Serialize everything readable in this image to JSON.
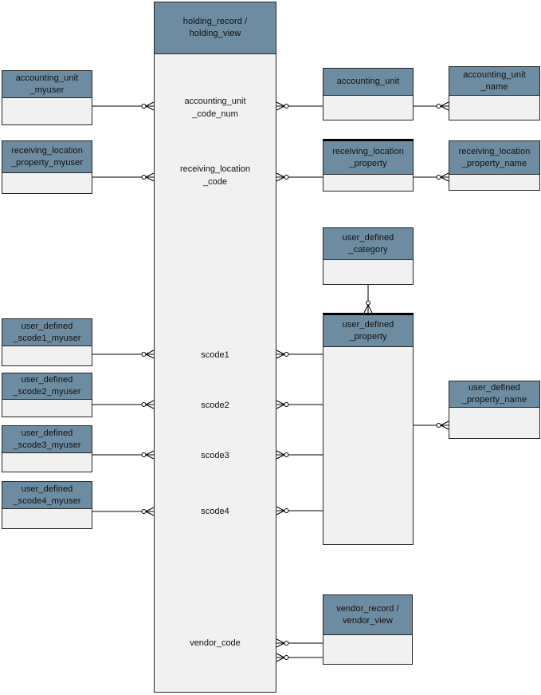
{
  "colors": {
    "canvas_bg": "#ffffff",
    "header_fill": "#6d8ba1",
    "body_fill": "#f1f1f1",
    "border": "#262626",
    "line": "#000000",
    "text": "#111111"
  },
  "central_table": {
    "title": "holding_record /\nholding_view",
    "fields": [
      "accounting_unit\n_code_num",
      "receiving_location\n_code",
      "scode1",
      "scode2",
      "scode3",
      "scode4",
      "vendor_code"
    ]
  },
  "tables": {
    "accounting_unit_myuser": {
      "title": "accounting_unit\n_myuser"
    },
    "receiving_location_property_myuser": {
      "title": "receiving_location\n_property_myuser"
    },
    "user_defined_scode1_myuser": {
      "title": "user_defined\n_scode1_myuser"
    },
    "user_defined_scode2_myuser": {
      "title": "user_defined\n_scode2_myuser"
    },
    "user_defined_scode3_myuser": {
      "title": "user_defined\n_scode3_myuser"
    },
    "user_defined_scode4_myuser": {
      "title": "user_defined\n_scode4_myuser"
    },
    "accounting_unit": {
      "title": "accounting_unit"
    },
    "receiving_location_property": {
      "title": "receiving_location\n_property"
    },
    "user_defined_category": {
      "title": "user_defined\n_category"
    },
    "user_defined_property": {
      "title": "user_defined\n_property"
    },
    "vendor_record": {
      "title": "vendor_record /\nvendor_view"
    },
    "accounting_unit_name": {
      "title": "accounting_unit\n_name"
    },
    "receiving_location_property_name": {
      "title": "receiving_location\n_property_name"
    },
    "user_defined_property_name": {
      "title": "user_defined\n_property_name"
    }
  },
  "relationships": [
    {
      "from": "accounting_unit_myuser",
      "to": "holding_record/holding_view",
      "field": "accounting_unit_code_num",
      "many_end": "holding_record/holding_view"
    },
    {
      "from": "accounting_unit",
      "to": "holding_record/holding_view",
      "field": "accounting_unit_code_num",
      "many_end": "holding_record/holding_view"
    },
    {
      "from": "accounting_unit",
      "to": "accounting_unit_name",
      "many_end": "accounting_unit_name"
    },
    {
      "from": "receiving_location_property_myuser",
      "to": "holding_record/holding_view",
      "field": "receiving_location_code",
      "many_end": "holding_record/holding_view"
    },
    {
      "from": "receiving_location_property",
      "to": "holding_record/holding_view",
      "field": "receiving_location_code",
      "many_end": "holding_record/holding_view"
    },
    {
      "from": "receiving_location_property",
      "to": "receiving_location_property_name",
      "many_end": "receiving_location_property_name"
    },
    {
      "from": "user_defined_scode1_myuser",
      "to": "holding_record/holding_view",
      "field": "scode1",
      "many_end": "holding_record/holding_view"
    },
    {
      "from": "user_defined_scode2_myuser",
      "to": "holding_record/holding_view",
      "field": "scode2",
      "many_end": "holding_record/holding_view"
    },
    {
      "from": "user_defined_scode3_myuser",
      "to": "holding_record/holding_view",
      "field": "scode3",
      "many_end": "holding_record/holding_view"
    },
    {
      "from": "user_defined_scode4_myuser",
      "to": "holding_record/holding_view",
      "field": "scode4",
      "many_end": "holding_record/holding_view"
    },
    {
      "from": "user_defined_property",
      "to": "holding_record/holding_view",
      "field": "scode1",
      "many_end": "holding_record/holding_view"
    },
    {
      "from": "user_defined_property",
      "to": "holding_record/holding_view",
      "field": "scode2",
      "many_end": "holding_record/holding_view"
    },
    {
      "from": "user_defined_property",
      "to": "holding_record/holding_view",
      "field": "scode3",
      "many_end": "holding_record/holding_view"
    },
    {
      "from": "user_defined_property",
      "to": "holding_record/holding_view",
      "field": "scode4",
      "many_end": "holding_record/holding_view"
    },
    {
      "from": "user_defined_category",
      "to": "user_defined_property",
      "many_end": "user_defined_property"
    },
    {
      "from": "user_defined_property",
      "to": "user_defined_property_name",
      "many_end": "user_defined_property_name"
    },
    {
      "from": "vendor_record/vendor_view",
      "to": "holding_record/holding_view",
      "field": "vendor_code",
      "many_end": "holding_record/holding_view"
    },
    {
      "from": "vendor_record/vendor_view",
      "to": "holding_record/holding_view",
      "field": "vendor_code",
      "many_end": "holding_record/holding_view"
    }
  ]
}
